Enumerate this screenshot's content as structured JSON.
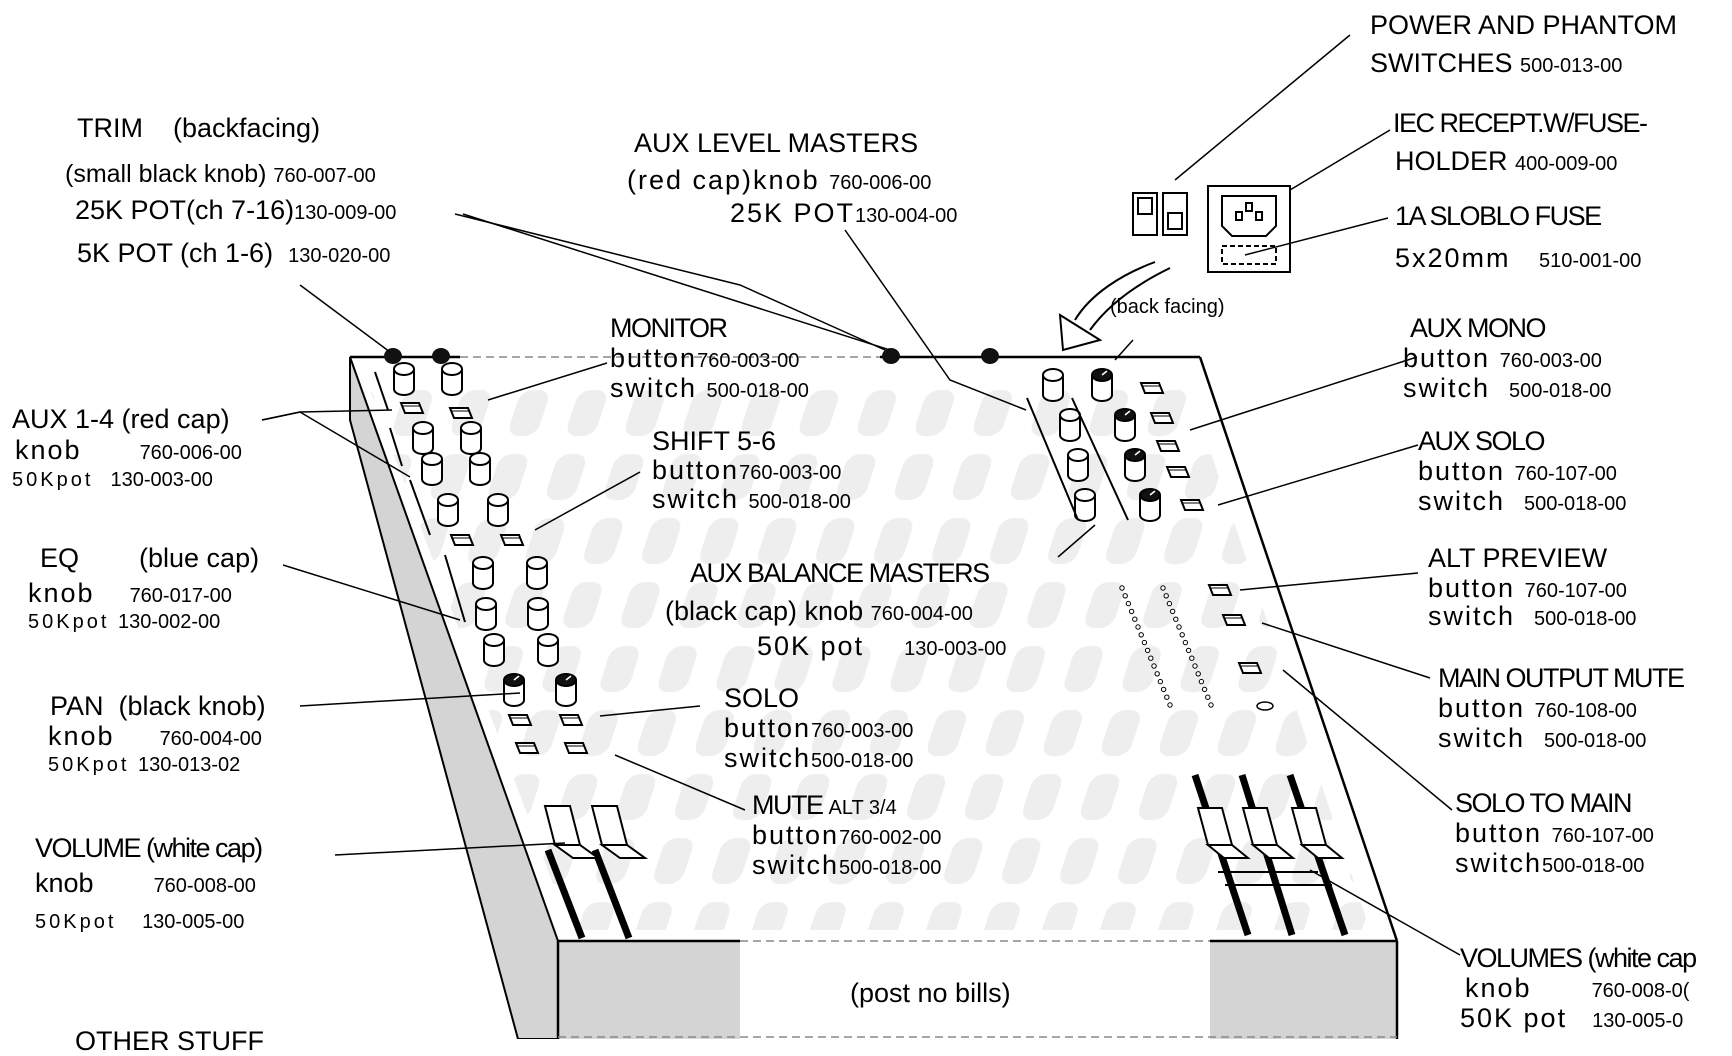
{
  "labels": {
    "trim": {
      "title": "TRIM",
      "note": "(backfacing)",
      "knob": "(small black knob)",
      "knob_pn": "760-007-00",
      "pot25": "25K POT(ch 7-16)",
      "pot25_pn": "130-009-00",
      "pot5": "5K POT (ch 1-6)",
      "pot5_pn": "130-020-00"
    },
    "aux_level": {
      "title": "AUX LEVEL MASTERS",
      "knob": "(red cap)knob",
      "knob_pn": "760-006-00",
      "pot": "25K POT",
      "pot_pn": "130-004-00"
    },
    "power": {
      "line1": "POWER  AND PHANTOM",
      "line2": "SWITCHES",
      "pn": "500-013-00"
    },
    "iec": {
      "line1": "IEC RECEPT.W/FUSE-",
      "line2": "HOLDER",
      "pn": "400-009-00"
    },
    "fuse": {
      "line1": "1A SLOBLO FUSE",
      "line2": "5x20mm",
      "pn": "510-001-00"
    },
    "back_facing": "(back facing)",
    "monitor": {
      "title": "MONITOR",
      "button": "button",
      "button_pn": "760-003-00",
      "switch": "switch",
      "switch_pn": "500-018-00"
    },
    "shift": {
      "title": "SHIFT 5-6",
      "button": "button",
      "button_pn": "760-003-00",
      "switch": "switch",
      "switch_pn": "500-018-00"
    },
    "aux14": {
      "title": "AUX 1-4 (red cap)",
      "knob": "knob",
      "knob_pn": "760-006-00",
      "pot": "50Kpot",
      "pot_pn": "130-003-00"
    },
    "eq": {
      "title": "EQ",
      "cap": "(blue cap)",
      "knob": "knob",
      "knob_pn": "760-017-00",
      "pot": "50Kpot",
      "pot_pn": "130-002-00"
    },
    "aux_balance": {
      "title": "AUX BALANCE MASTERS",
      "knob": "(black cap) knob",
      "knob_pn": "760-004-00",
      "pot": "50K pot",
      "pot_pn": "130-003-00"
    },
    "pan": {
      "title": "PAN",
      "cap": "(black knob)",
      "knob": "knob",
      "knob_pn": "760-004-00",
      "pot": "50Kpot",
      "pot_pn": "130-013-02"
    },
    "solo": {
      "title": "SOLO",
      "button": "button",
      "button_pn": "760-003-00",
      "switch": "switch",
      "switch_pn": "500-018-00"
    },
    "mute": {
      "title": "MUTE",
      "alt": "ALT  3/4",
      "button": "button",
      "button_pn": "760-002-00",
      "switch": "switch",
      "switch_pn": "500-018-00"
    },
    "volume": {
      "title": "VOLUME (white cap)",
      "knob": "knob",
      "knob_pn": "760-008-00",
      "pot": "50Kpot",
      "pot_pn": "130-005-00"
    },
    "aux_mono": {
      "title": "AUX MONO",
      "button": "button",
      "button_pn": "760-003-00",
      "switch": "switch",
      "switch_pn": "500-018-00"
    },
    "aux_solo": {
      "title": "AUX SOLO",
      "button": "button",
      "button_pn": "760-107-00",
      "switch": "switch",
      "switch_pn": "500-018-00"
    },
    "alt_preview": {
      "title": "ALT PREVIEW",
      "button": "button",
      "button_pn": "760-107-00",
      "switch": "switch",
      "switch_pn": "500-018-00"
    },
    "main_mute": {
      "title": "MAIN OUTPUT MUTE",
      "button": "button",
      "button_pn": "760-108-00",
      "switch": "switch",
      "switch_pn": "500-018-00"
    },
    "solo_main": {
      "title": "SOLO TO MAIN",
      "button": "button",
      "button_pn": "760-107-00",
      "switch": "switch",
      "switch_pn": "500-018-00"
    },
    "volumes": {
      "title": "VOLUMES (white cap",
      "knob": "knob",
      "knob_pn": "760-008-0(",
      "pot": "50K pot",
      "pot_pn": "130-005-0"
    },
    "post_no_bills": "(post no bills)",
    "other_stuff": "OTHER   STUFF"
  }
}
